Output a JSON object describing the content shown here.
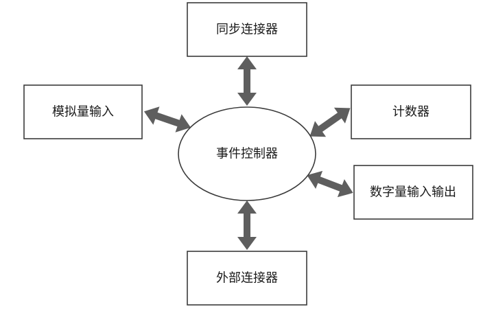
{
  "diagram": {
    "center": {
      "label": "事件控制器"
    },
    "nodes": {
      "top": {
        "label": "同步连接器"
      },
      "left": {
        "label": "模拟量输入"
      },
      "right_upper": {
        "label": "计数器"
      },
      "right_lower": {
        "label": "数字量输入输出"
      },
      "bottom": {
        "label": "外部连接器"
      }
    },
    "connections": [
      {
        "from": "事件控制器",
        "to": "同步连接器",
        "direction": "bidirectional"
      },
      {
        "from": "事件控制器",
        "to": "模拟量输入",
        "direction": "bidirectional"
      },
      {
        "from": "事件控制器",
        "to": "计数器",
        "direction": "bidirectional"
      },
      {
        "from": "事件控制器",
        "to": "数字量输入输出",
        "direction": "bidirectional"
      },
      {
        "from": "事件控制器",
        "to": "外部连接器",
        "direction": "bidirectional"
      }
    ],
    "colors": {
      "arrow": "#5e5e5e",
      "stroke": "#3a3a3a",
      "background": "#ffffff"
    }
  }
}
